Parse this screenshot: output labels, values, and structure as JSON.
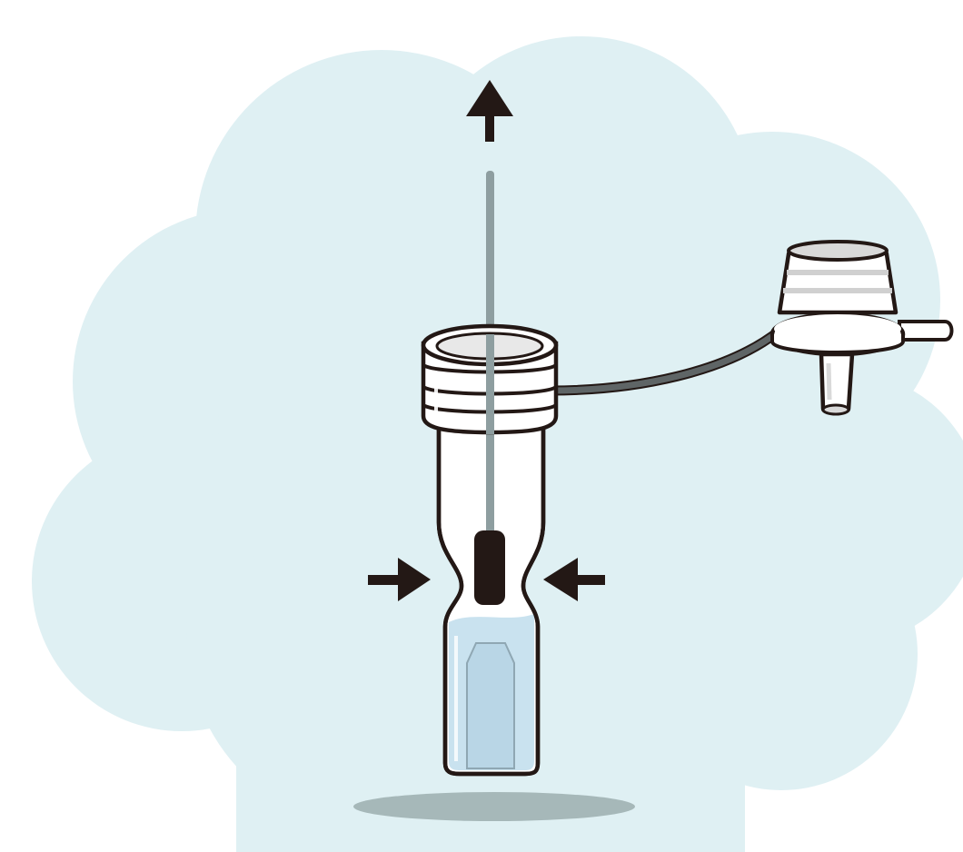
{
  "illustration": {
    "colors": {
      "background_cloud": "#dff0f3",
      "outline": "#231815",
      "wire": "#5f6566",
      "liquid": "#c9e2ef",
      "white": "#ffffff",
      "shadow": "#a6b8b9",
      "rod": "#8e9ea0",
      "cap_grey": "#d9d9d9"
    },
    "icons": [
      "up-arrow-icon",
      "left-pinch-arrow-icon",
      "right-pinch-arrow-icon"
    ],
    "parts": [
      "sample-tube",
      "tube-cap-ring",
      "swab-rod",
      "swab-head",
      "liquid",
      "connector-cable",
      "filter-connector",
      "ground-shadow"
    ]
  }
}
